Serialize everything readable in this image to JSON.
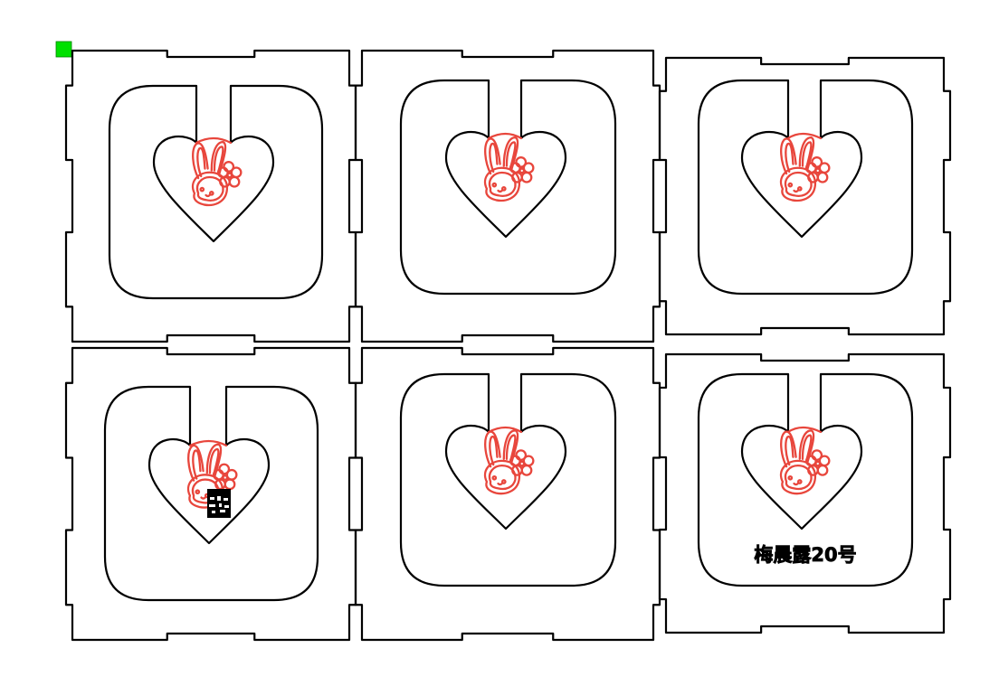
{
  "canvas": {
    "background": "#ffffff"
  },
  "colors": {
    "cut_line": "#000000",
    "engrave_line": "#e8463c",
    "origin_marker": "#00e000"
  },
  "origin_marker": {
    "icon": "green-square-origin-icon"
  },
  "panels": [
    {
      "name": "panel-1",
      "motif": "bunny-peace-heart-icon",
      "label": ""
    },
    {
      "name": "panel-2",
      "motif": "bunny-peace-heart-icon",
      "label": ""
    },
    {
      "name": "panel-3",
      "motif": "bunny-peace-heart-icon",
      "label": ""
    },
    {
      "name": "panel-4",
      "motif": "bunny-peace-heart-icon",
      "label": "",
      "overlay": "qr-code-icon"
    },
    {
      "name": "panel-5",
      "motif": "bunny-peace-heart-icon",
      "label": ""
    },
    {
      "name": "panel-6",
      "motif": "bunny-peace-heart-icon",
      "label": "梅晨露20号"
    }
  ]
}
